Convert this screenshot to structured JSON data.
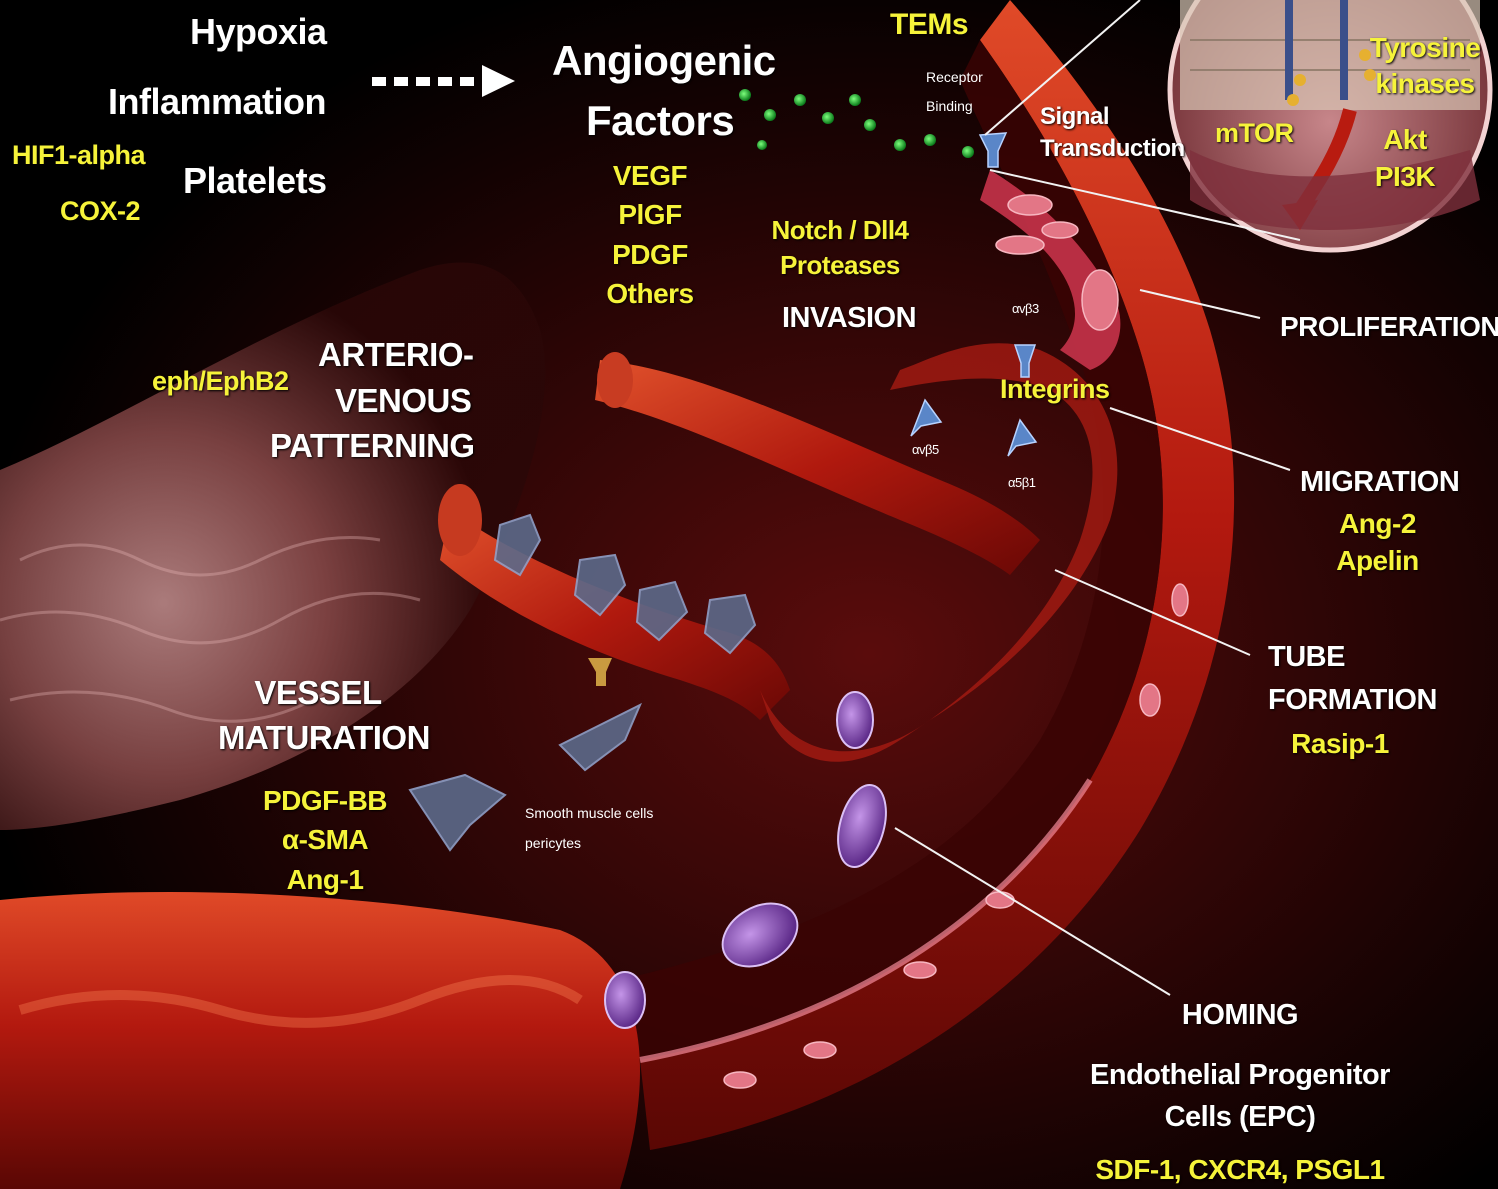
{
  "diagram": {
    "stimuli": [
      "Hypoxia",
      "Inflammation",
      "Platelets"
    ],
    "stimuli_factors": [
      "HIF1-alpha",
      "COX-2"
    ],
    "angiogenic_factors": {
      "title_line1": "Angiogenic",
      "title_line2": "Factors",
      "items": [
        "VEGF",
        "PlGF",
        "PDGF",
        "Others"
      ]
    },
    "top_factor": "TEMs",
    "receptor_binding": [
      "Receptor",
      "Binding"
    ],
    "signal_transduction": [
      "Signal",
      "Transduction"
    ],
    "inset": {
      "mtor": "mTOR",
      "tyrosine": [
        "Tyrosine",
        "kinases"
      ],
      "akt": "Akt",
      "pi3k": "PI3K"
    },
    "invasion": {
      "factors": [
        "Notch / Dll4",
        "Proteases"
      ],
      "label": "INVASION"
    },
    "integrins": {
      "label": "Integrins",
      "subunits": [
        "αvβ3",
        "αvβ5",
        "α5β1"
      ]
    },
    "arteriovenous": {
      "factor": "eph/EphB2",
      "lines": [
        "ARTERIO-",
        "VENOUS",
        "PATTERNING"
      ]
    },
    "proliferation": "PROLIFERATION",
    "migration": {
      "label": "MIGRATION",
      "factors": [
        "Ang-2",
        "Apelin"
      ]
    },
    "tube_formation": {
      "lines": [
        "TUBE",
        "FORMATION"
      ],
      "factor": "Rasip-1"
    },
    "vessel_maturation": {
      "lines": [
        "VESSEL",
        "MATURATION"
      ],
      "factors": [
        "PDGF-BB",
        "α-SMA",
        "Ang-1"
      ]
    },
    "smooth_muscle": [
      "Smooth muscle cells",
      "pericytes"
    ],
    "homing": {
      "label": "HOMING",
      "lines": [
        "Endothelial Progenitor",
        "Cells (EPC)"
      ],
      "factors": "SDF-1, CXCR4, PSGL1"
    },
    "colors": {
      "label_white": "#ffffff",
      "label_yellow": "#f6f33a",
      "vessel": "#b3190f",
      "background": "#000000"
    }
  }
}
